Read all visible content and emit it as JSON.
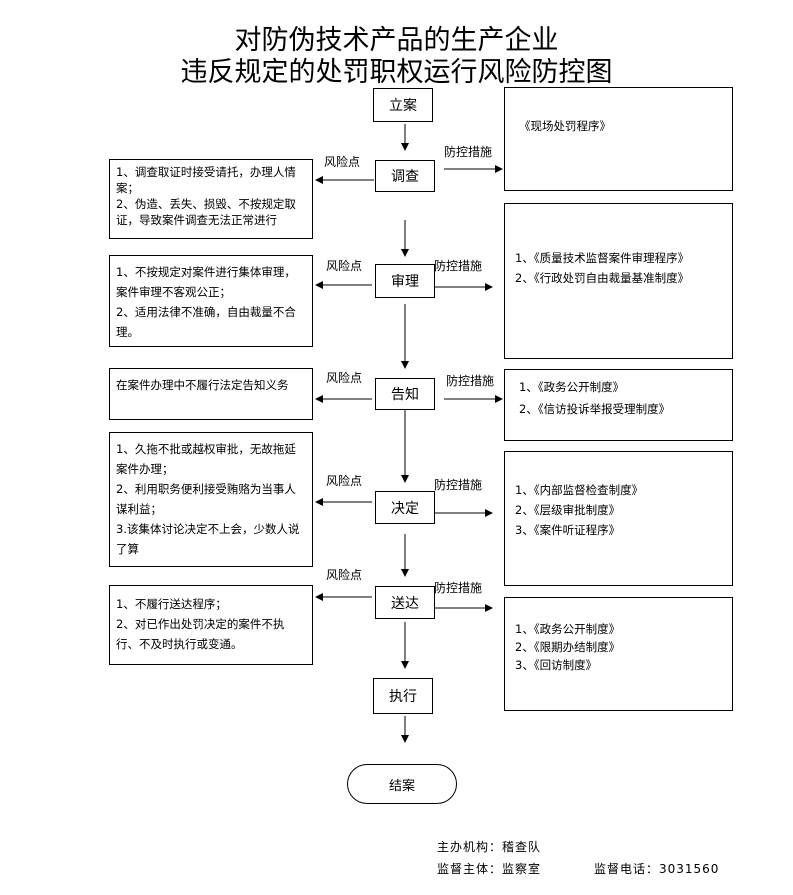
{
  "title": {
    "line1": "对防伪技术产品的生产企业",
    "line2": "违反规定的处罚职权运行风险防控图"
  },
  "steps": [
    "立案",
    "调查",
    "审理",
    "告知",
    "决定",
    "送达",
    "执行"
  ],
  "end": "结案",
  "labels": {
    "risk": "风险点",
    "measure": "防控措施"
  },
  "risks": [
    "1、调查取证时接受请托，办理人情案；\n2、伪造、丢失、损毁、不按规定取证，导致案件调查无法正常进行",
    "1、不按规定对案件进行集体审理，案件审理不客观公正；\n2、适用法律不准确，自由裁量不合理。",
    "在案件办理中不履行法定告知义务",
    "1、久拖不批或越权审批，无故拖延案件办理；\n2、利用职务便利接受贿赂为当事人谋利益；\n3.该集体讨论决定不上会，少数人说了算",
    "1、不履行送达程序；\n2、对已作出处罚决定的案件不执行、不及时执行或变通。"
  ],
  "measures": [
    "《现场处罚程序》",
    "1、《质量技术监督案件审理程序》\n2、《行政处罚自由裁量基准制度》",
    "1、《政务公开制度》\n2、《信访投诉举报受理制度》",
    "1、《内部监督检查制度》\n2、《层级审批制度》\n3、《案件听证程序》",
    "1、《政务公开制度》\n2、《限期办结制度》\n3、《回访制度》"
  ],
  "footer": {
    "organizer": "主办机构：稽查队",
    "supervisor": "监督主体：监察室",
    "phone": "监督电话：3031560"
  }
}
